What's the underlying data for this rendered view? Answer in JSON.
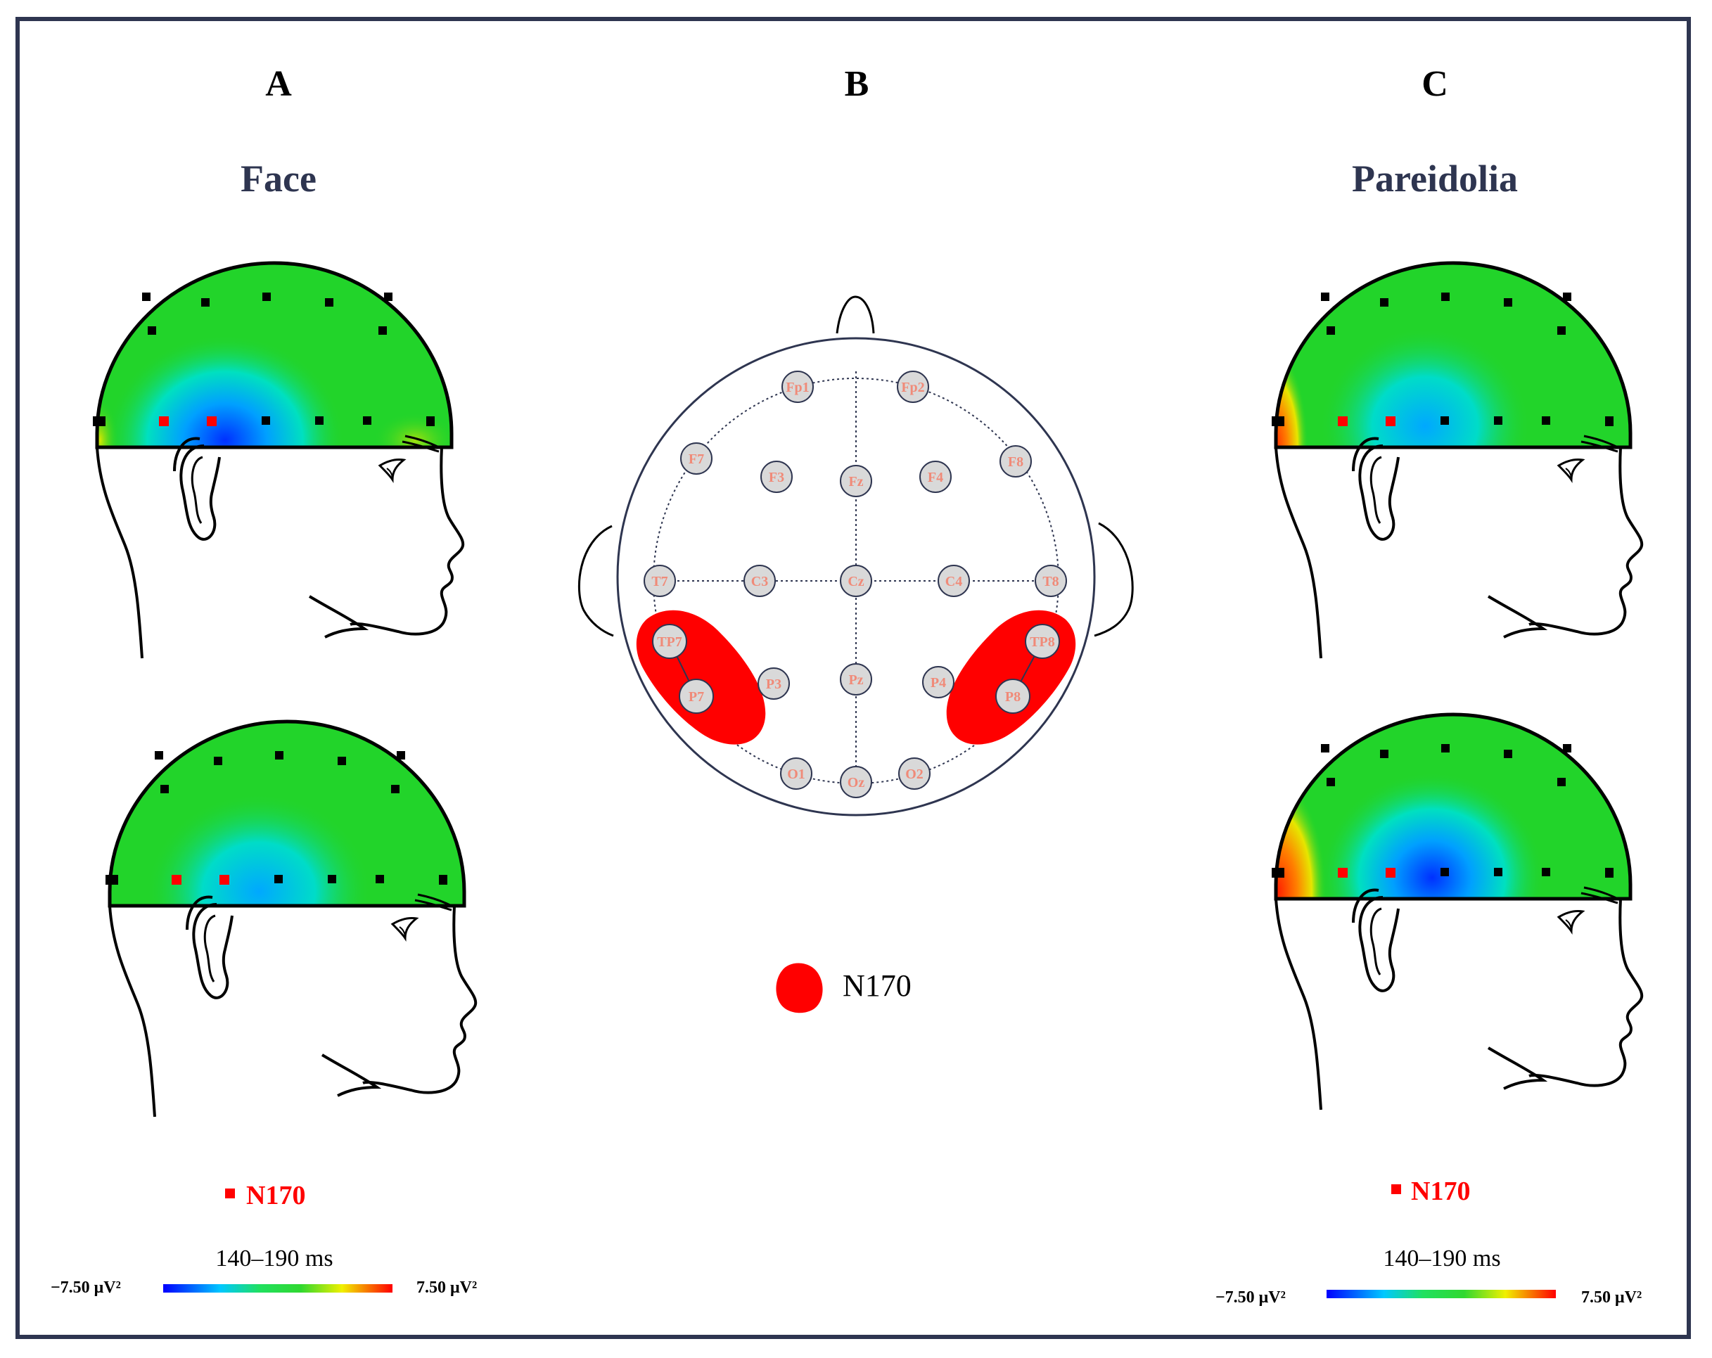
{
  "panels": {
    "a": {
      "letter": "A",
      "condition": "Face",
      "legend_label": "N170",
      "time_window": "140–190 ms",
      "scale_min": "−7.50  μV²",
      "scale_max": "7.50  μV²"
    },
    "b": {
      "letter": "B",
      "legend_label": "N170",
      "electrodes": [
        "Fp1",
        "Fp2",
        "F7",
        "F3",
        "Fz",
        "F4",
        "F8",
        "T7",
        "C3",
        "Cz",
        "C4",
        "T8",
        "TP7",
        "P7",
        "P3",
        "Pz",
        "P4",
        "P8",
        "TP8",
        "O1",
        "Oz",
        "O2"
      ],
      "highlighted": [
        "TP7",
        "P7",
        "TP8",
        "P8"
      ]
    },
    "c": {
      "letter": "C",
      "condition": "Pareidolia",
      "legend_label": "N170",
      "time_window": "140–190 ms",
      "scale_min": "−7.50  μV²",
      "scale_max": "7.50  μV²"
    }
  },
  "colors": {
    "frame": "#2e3550",
    "title": "#2e3550",
    "highlight": "#ff0000",
    "electrode_fill": "#d9d9d9",
    "electrode_text": "#f08a78",
    "scalp_green": "#22d42a",
    "negative_blue": "#0a3cff",
    "positive_red": "#ff2a00"
  }
}
